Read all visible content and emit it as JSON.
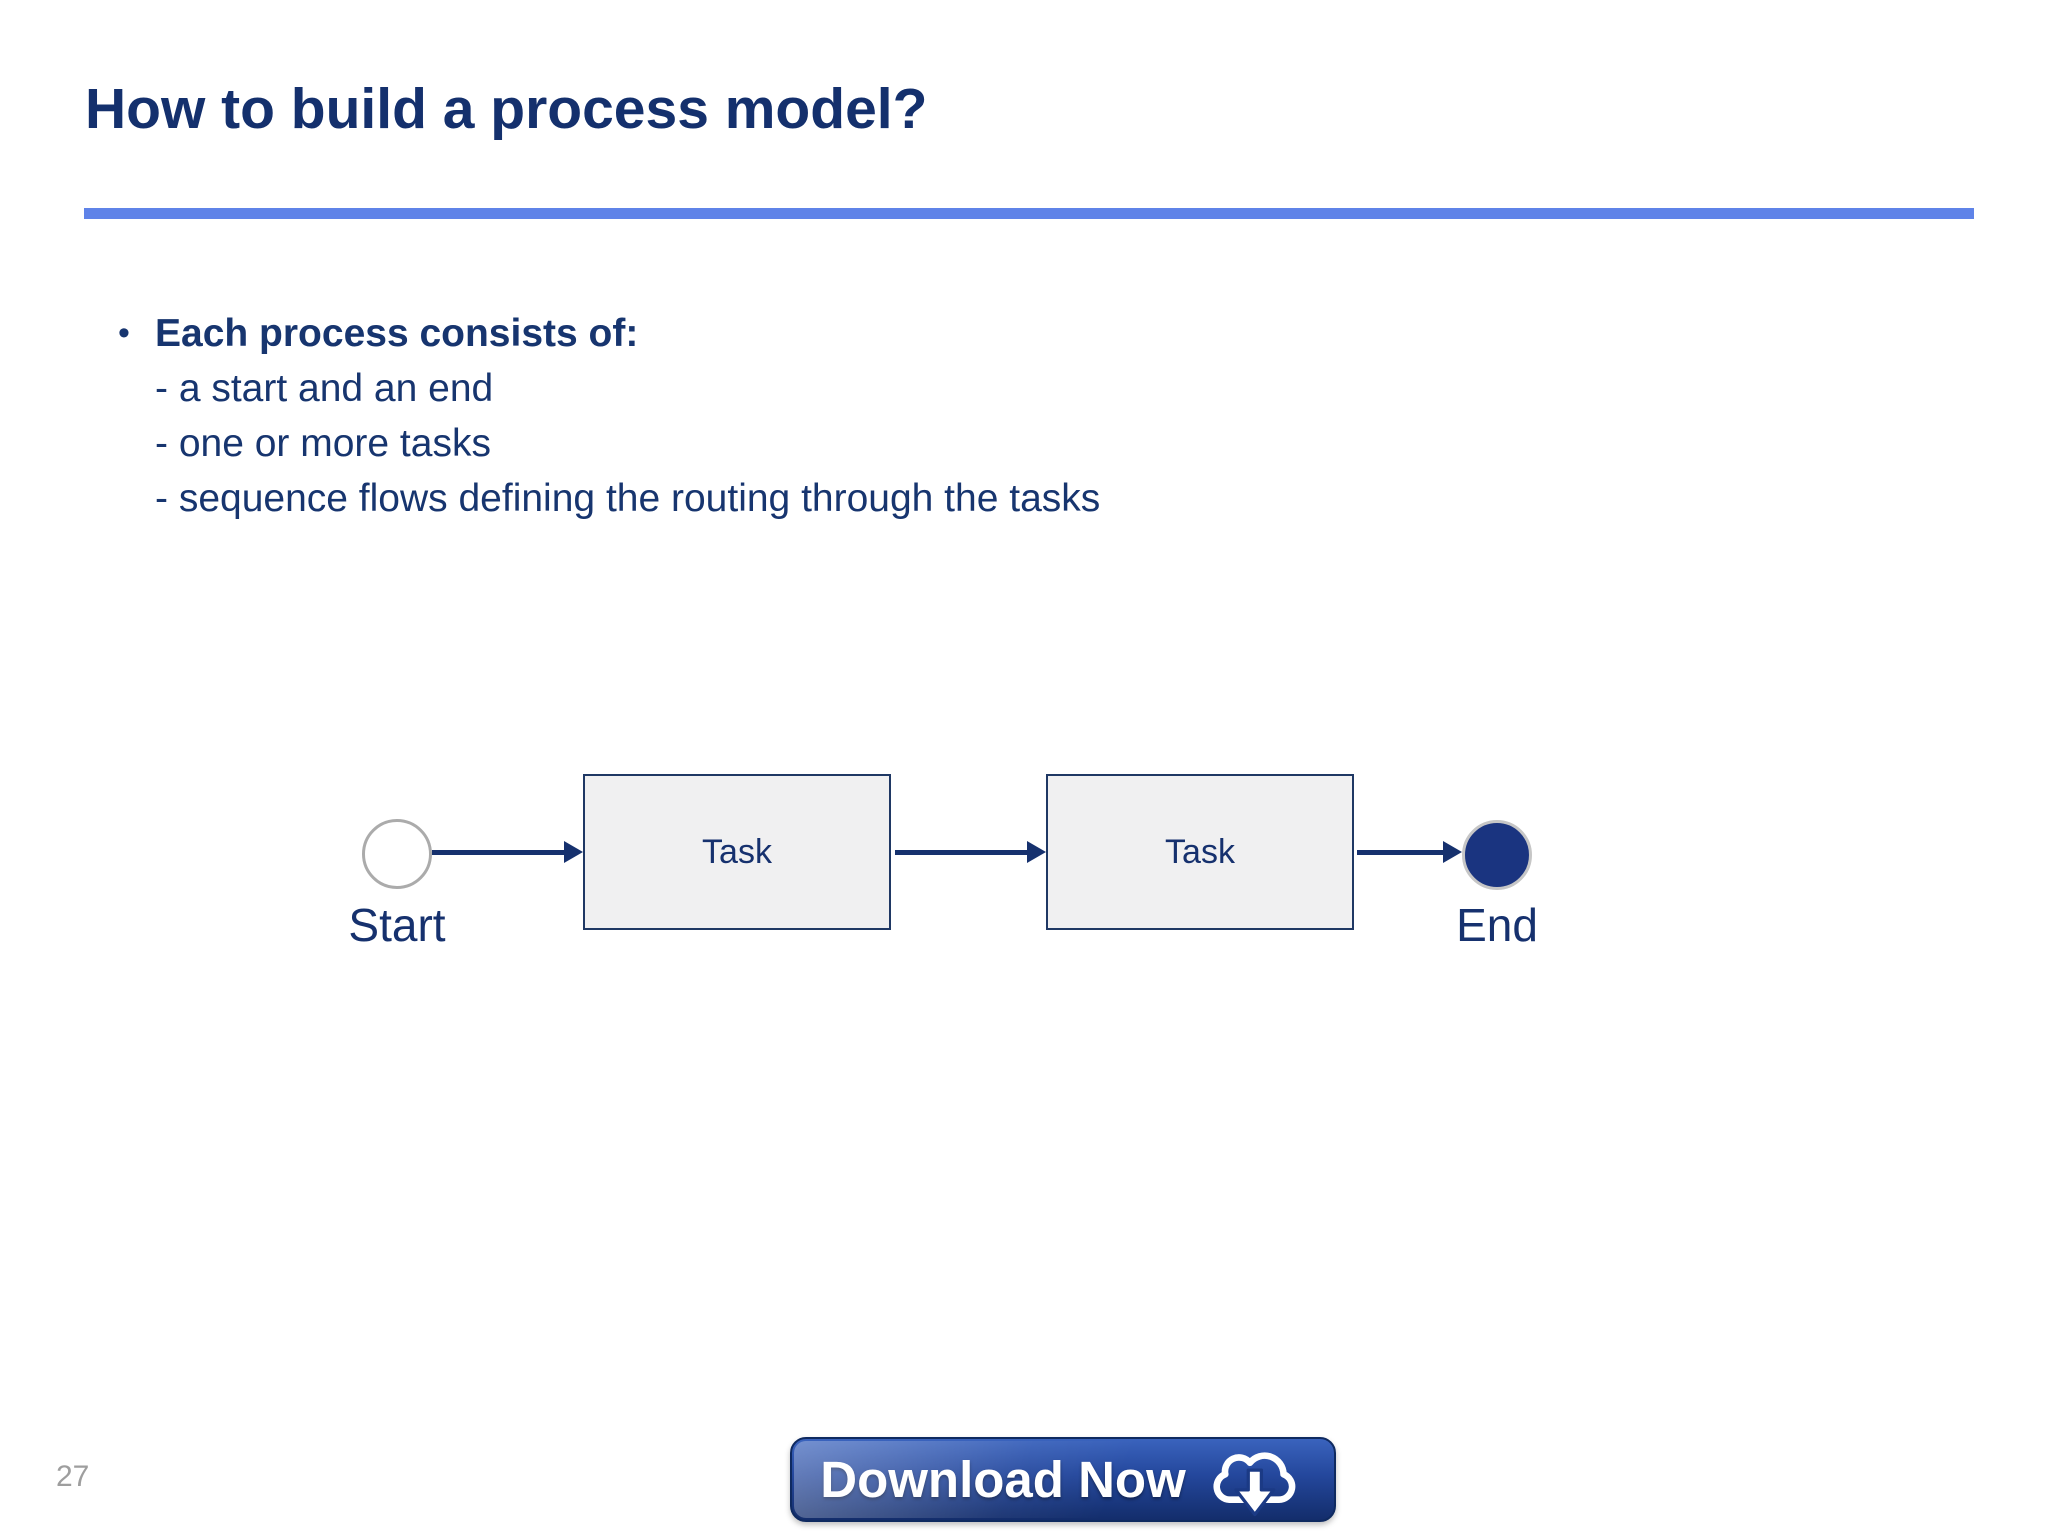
{
  "slide": {
    "title": "How to build a process model?",
    "page_number": "27"
  },
  "bullets": {
    "marker": "•",
    "heading": "Each process consists of:",
    "items": [
      "- a start and an end",
      "- one or more tasks",
      "- sequence flows defining the routing through the tasks"
    ]
  },
  "diagram": {
    "type": "process-flow",
    "nodes": [
      {
        "id": "start",
        "kind": "start-event",
        "label": "Start"
      },
      {
        "id": "task1",
        "kind": "task",
        "label": "Task"
      },
      {
        "id": "task2",
        "kind": "task",
        "label": "Task"
      },
      {
        "id": "end",
        "kind": "end-event",
        "label": "End"
      }
    ],
    "flows": [
      "start→task1",
      "task1→task2",
      "task2→end"
    ],
    "start_label": "Start",
    "end_label": "End",
    "task1_label": "Task",
    "task2_label": "Task"
  },
  "download": {
    "label": "Download Now",
    "icon": "cloud-download-icon"
  },
  "colors": {
    "title_navy": "#14306d",
    "body_navy": "#17356f",
    "rule_blue": "#5f83e8",
    "task_fill": "#f0f0f1",
    "task_border": "#1f3864",
    "arrow_navy": "#16316e",
    "start_outline_gray": "#ababab",
    "end_fill_navy": "#1a3480",
    "button_gradient_top": "#3a63bd",
    "button_gradient_bottom": "#132d6b",
    "page_number_gray": "#9e9e9e"
  }
}
